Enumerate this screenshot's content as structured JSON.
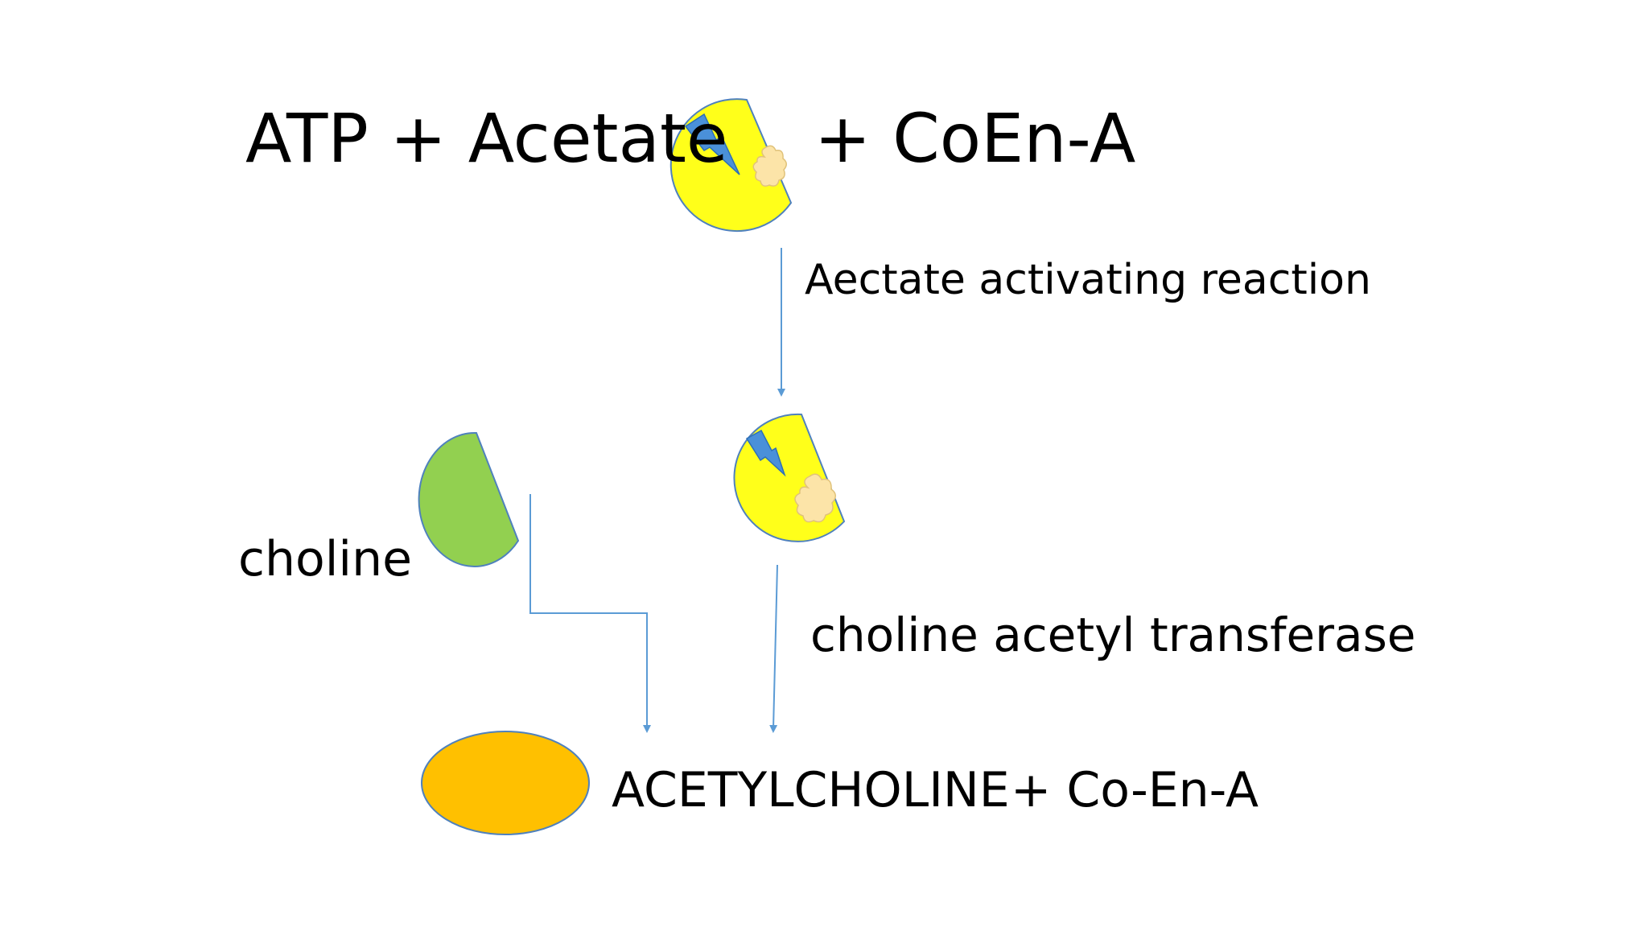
{
  "slide": {
    "reactants_label": "ATP + Acetate",
    "coenzyme_label": "+ CoEn-A",
    "step1_label": "Aectate activating reaction",
    "choline_label": "choline",
    "step2_label": "choline acetyl transferase",
    "product_label": "ACETYLCHOLINE",
    "product_coenzyme_label": "+ Co-En-A"
  },
  "colors": {
    "enzyme_yellow": "#ffff1a",
    "choline_green": "#92d050",
    "acetylcholine_orange": "#ffc000",
    "arrow_blue": "#5b9bd5",
    "lightning_blue": "#4a90d9",
    "acetate_blob": "#fce4a8"
  }
}
